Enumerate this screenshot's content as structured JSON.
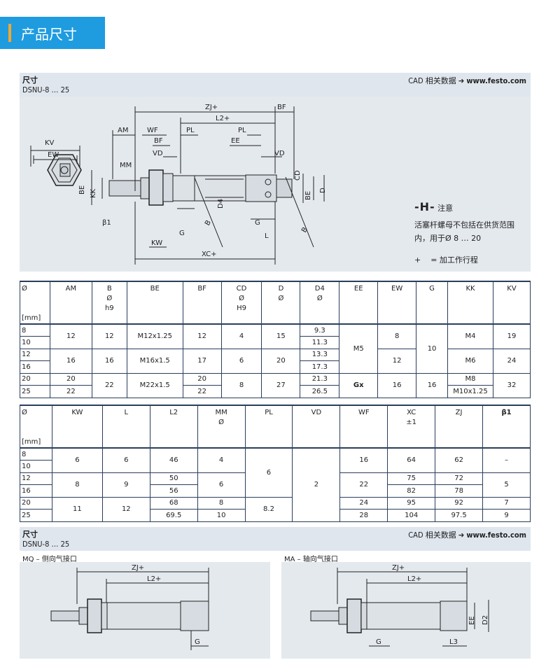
{
  "banner": {
    "title": "产品尺寸"
  },
  "section1": {
    "title": "尺寸",
    "subtitle": "DSNU-8 … 25",
    "cad_prefix": "CAD 相关数据",
    "cad_arrow": "➔",
    "cad_site": "www.festo.com"
  },
  "drawing1": {
    "labels": {
      "zj": "ZJ+",
      "bf_top": "BF",
      "l2": "L2+",
      "am": "AM",
      "wf": "WF",
      "pl1": "PL",
      "pl2": "PL",
      "bf": "BF",
      "ee": "EE",
      "vd1": "VD",
      "vd2": "VD",
      "mm": "MM",
      "kv": "KV",
      "ew": "EW",
      "be1": "BE",
      "kk": "KK",
      "d4": "D4",
      "b1": "B",
      "b2": "B",
      "cd": "CD",
      "be2": "BE",
      "d": "D",
      "g1": "G",
      "g2": "G",
      "l": "L",
      "kw": "KW",
      "xc": "XC+",
      "beta": "β1"
    },
    "note_symbol": "-H-",
    "note_title": "注意",
    "note_text1": "活塞杆螺母不包括在供货范围",
    "note_text2": "内，用于Ø 8 … 20",
    "note_plus": "+",
    "note_plus_text": "= 加工作行程"
  },
  "table1": {
    "headers": [
      [
        "Ø",
        "",
        ""
      ],
      [
        "AM",
        "",
        ""
      ],
      [
        "B",
        "Ø",
        "h9"
      ],
      [
        "BE",
        "",
        ""
      ],
      [
        "BF",
        "",
        ""
      ],
      [
        "CD",
        "Ø",
        "H9"
      ],
      [
        "D",
        "Ø",
        ""
      ],
      [
        "D4",
        "Ø",
        ""
      ],
      [
        "EE",
        "",
        ""
      ],
      [
        "EW",
        "",
        ""
      ],
      [
        "G",
        "",
        ""
      ],
      [
        "KK",
        "",
        ""
      ],
      [
        "KV",
        "",
        ""
      ]
    ],
    "unit": "[mm]",
    "rows": {
      "d8": "8",
      "d10": "10",
      "d12": "12",
      "d16": "16",
      "d20": "20",
      "d25": "25",
      "am_8_10": "12",
      "am_12_16": "16",
      "am_20": "20",
      "am_25": "22",
      "b_8_10": "12",
      "b_12_16": "16",
      "b_20_25": "22",
      "be_8_10": "M12x1.25",
      "be_12_16": "M16x1.5",
      "be_20_25": "M22x1.5",
      "bf_8_10": "12",
      "bf_12_16": "17",
      "bf_20": "20",
      "bf_25": "22",
      "cd_8_10": "4",
      "cd_12_16": "6",
      "cd_20_25": "8",
      "d_8_10": "15",
      "d_12_16": "20",
      "d_20_25": "27",
      "d4_8": "9.3",
      "d4_10": "11.3",
      "d4_12": "13.3",
      "d4_16": "17.3",
      "d4_20": "21.3",
      "d4_25": "26.5",
      "ee_8_16": "M5",
      "ee_20_25": "Gx",
      "ew_8_10": "8",
      "ew_12_16": "12",
      "ew_20_25": "16",
      "g_8_16": "10",
      "g_20_25": "16",
      "kk_8_10": "M4",
      "kk_12_16": "M6",
      "kk_20": "M8",
      "kk_25": "M10x1.25",
      "kv_8_10": "19",
      "kv_12_16": "24",
      "kv_20_25": "32"
    }
  },
  "table2": {
    "headers": [
      [
        "Ø",
        ""
      ],
      [
        "KW",
        ""
      ],
      [
        "L",
        ""
      ],
      [
        "L2",
        ""
      ],
      [
        "MM",
        "Ø"
      ],
      [
        "PL",
        ""
      ],
      [
        "VD",
        ""
      ],
      [
        "WF",
        ""
      ],
      [
        "XC",
        "±1"
      ],
      [
        "ZJ",
        ""
      ],
      [
        "β1",
        ""
      ]
    ],
    "unit": "[mm]",
    "rows": {
      "d8": "8",
      "d10": "10",
      "d12": "12",
      "d16": "16",
      "d20": "20",
      "d25": "25",
      "kw_8_10": "6",
      "kw_12_16": "8",
      "kw_20_25": "11",
      "l_8_10": "6",
      "l_12_16": "9",
      "l_20_25": "12",
      "l2_8_10": "46",
      "l2_12": "50",
      "l2_16": "56",
      "l2_20": "68",
      "l2_25": "69.5",
      "mm_8_10": "4",
      "mm_12_16": "6",
      "mm_20": "8",
      "mm_25": "10",
      "pl_8_16": "6",
      "pl_20_25": "8.2",
      "vd_all": "2",
      "wf_8_10": "16",
      "wf_12_16": "22",
      "wf_20": "24",
      "wf_25": "28",
      "xc_8_10": "64",
      "xc_12": "75",
      "xc_16": "82",
      "xc_20": "95",
      "xc_25": "104",
      "zj_8_10": "62",
      "zj_12": "72",
      "zj_16": "78",
      "zj_20": "92",
      "zj_25": "97.5",
      "b1_8_10": "–",
      "b1_12_16": "5",
      "b1_20": "7",
      "b1_25": "9"
    }
  },
  "section2": {
    "title": "尺寸",
    "subtitle": "DSNU-8 … 25",
    "cad_prefix": "CAD 相关数据",
    "cad_arrow": "➔",
    "cad_site": "www.festo.com"
  },
  "mq": {
    "title": "MQ – 侧向气接口",
    "zj": "ZJ+",
    "l2": "L2+",
    "g": "G"
  },
  "ma": {
    "title": "MA – 轴向气接口",
    "zj": "ZJ+",
    "l2": "L2+",
    "g": "G",
    "l3": "L3",
    "ee": "EE",
    "d2": "D2"
  },
  "colors": {
    "banner": "#1f9ce0",
    "accent": "#f0a830",
    "section_bg": "#dfe6ee",
    "drawing_bg": "#e4e9ee",
    "rule": "#2a3e5c"
  }
}
